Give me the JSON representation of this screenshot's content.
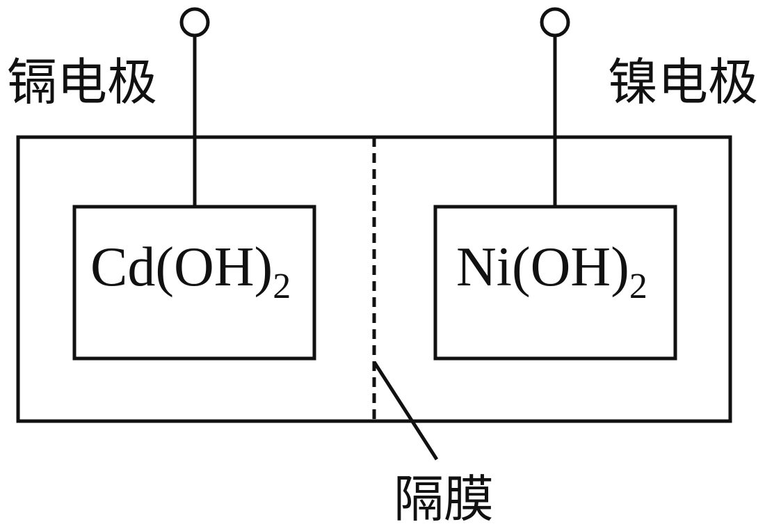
{
  "labels": {
    "cadmium_electrode": "镉电极",
    "nickel_electrode": "镍电极",
    "separator": "隔膜"
  },
  "electrodes": {
    "cadmium": {
      "formula_main": "Cd(OH)",
      "formula_subscript": "2"
    },
    "nickel": {
      "formula_main": "Ni(OH)",
      "formula_subscript": "2"
    }
  },
  "colors": {
    "line": "#111111",
    "background": "#ffffff"
  }
}
